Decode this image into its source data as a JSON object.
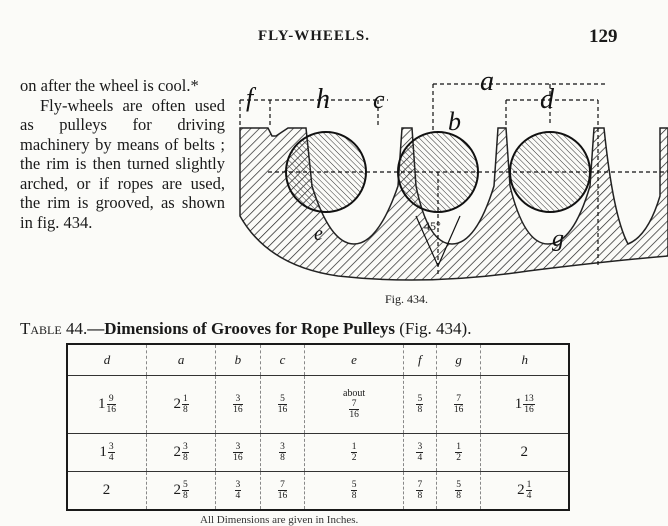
{
  "header": {
    "running_head": "FLY-WHEELS.",
    "page_number": "129"
  },
  "body": {
    "paragraph1": "on after the wheel is cool.*",
    "paragraph2": "Fly-wheels are often used as pulleys for driving machinery by means of belts ; the rim is then turned slightly arched, or if ropes are used, the rim is grooved, as shown in fig. 434."
  },
  "figure": {
    "caption": "Fig. 434.",
    "labels": {
      "f": "f",
      "h": "h",
      "c": "c",
      "a": "a",
      "d": "d",
      "b": "b",
      "e": "e",
      "g": "g",
      "angle": "45°"
    }
  },
  "table": {
    "title_prefix": "Table 44.",
    "title_main": "—Dimensions of Grooves for Rope Pulleys",
    "title_ref": " (Fig. 434).",
    "columns": [
      "d",
      "a",
      "b",
      "c",
      "e",
      "f",
      "g",
      "h"
    ],
    "rows": [
      [
        {
          "whole": "1",
          "num": "9",
          "den": "16"
        },
        {
          "whole": "2",
          "num": "1",
          "den": "8"
        },
        {
          "whole": "",
          "num": "3",
          "den": "16"
        },
        {
          "whole": "",
          "num": "5",
          "den": "16"
        },
        {
          "prefix": "about",
          "whole": "",
          "num": "7",
          "den": "16"
        },
        {
          "whole": "",
          "num": "5",
          "den": "8"
        },
        {
          "whole": "",
          "num": "7",
          "den": "16"
        },
        {
          "whole": "1",
          "num": "13",
          "den": "16"
        }
      ],
      [
        {
          "whole": "1",
          "num": "3",
          "den": "4"
        },
        {
          "whole": "2",
          "num": "3",
          "den": "8"
        },
        {
          "whole": "",
          "num": "3",
          "den": "16"
        },
        {
          "whole": "",
          "num": "3",
          "den": "8"
        },
        {
          "whole": "",
          "num": "1",
          "den": "2"
        },
        {
          "whole": "",
          "num": "3",
          "den": "4"
        },
        {
          "whole": "",
          "num": "1",
          "den": "2"
        },
        {
          "whole": "2",
          "num": "",
          "den": ""
        }
      ],
      [
        {
          "whole": "2",
          "num": "",
          "den": ""
        },
        {
          "whole": "2",
          "num": "5",
          "den": "8"
        },
        {
          "whole": "",
          "num": "3",
          "den": "4"
        },
        {
          "whole": "",
          "num": "7",
          "den": "16"
        },
        {
          "whole": "",
          "num": "5",
          "den": "8"
        },
        {
          "whole": "",
          "num": "7",
          "den": "8"
        },
        {
          "whole": "",
          "num": "5",
          "den": "8"
        },
        {
          "whole": "2",
          "num": "1",
          "den": "4"
        }
      ]
    ],
    "footnote": "All Dimensions are given in Inches."
  }
}
